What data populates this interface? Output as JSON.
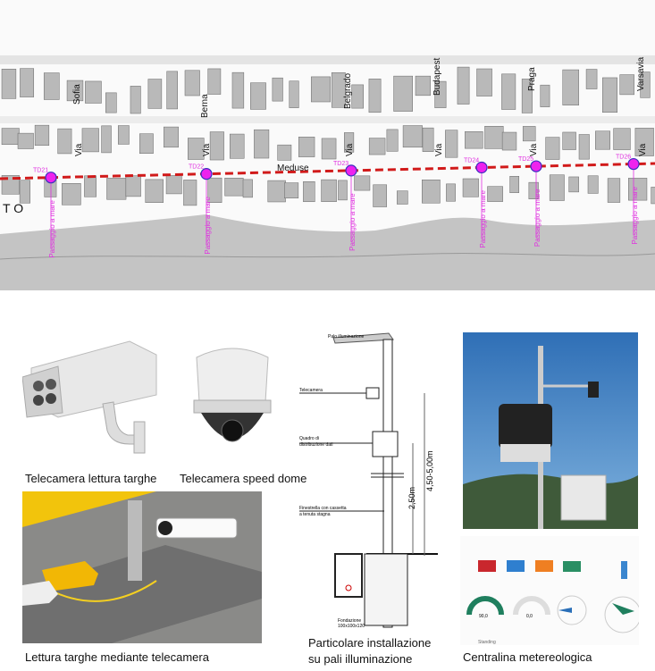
{
  "map": {
    "streets": [
      {
        "name": "Sofia",
        "prefix": "Via"
      },
      {
        "name": "Berna",
        "prefix": "Via"
      },
      {
        "name": "Belgrado",
        "prefix": "Via"
      },
      {
        "name": "Budapest",
        "prefix": "Via"
      },
      {
        "name": "Praga",
        "prefix": "Via"
      },
      {
        "name": "Varsavia",
        "prefix": "Via"
      }
    ],
    "road_label": "Meduse",
    "area_label": "T O",
    "points": [
      {
        "id": "TD21",
        "label": "Passaggio a mare"
      },
      {
        "id": "TD22",
        "label": "Passaggio a mare"
      },
      {
        "id": "TD23",
        "label": "Passaggio a mare"
      },
      {
        "id": "TD24",
        "label": "Passaggio a mare"
      },
      {
        "id": "TD25",
        "label": "Passaggio a mare"
      },
      {
        "id": "TD26",
        "label": "Passaggio a mare"
      }
    ],
    "colors": {
      "route": "#d11a1a",
      "point": "#ee22ee",
      "point_stroke": "#3a2fbf",
      "label": "#e030e0"
    }
  },
  "captions": {
    "camera_plate": "Telecamera lettura targhe",
    "camera_dome": "Telecamera speed dome",
    "plate_reading": "Lettura targhe mediante telecamera",
    "install_line1": "Particolare installazione",
    "install_line2": "su pali illuminazione",
    "weather": "Centralina metereologica"
  },
  "diagram": {
    "pole": "Palo illuminazione",
    "camera": "Telecamera",
    "box_line1": "Quadro di",
    "box_line2": "distribuzione dati",
    "window_line1": "Finestrella con cassetta",
    "window_line2": "a tenuta stagna",
    "foundation_line1": "Fondazione",
    "foundation_line2": "100x100x120",
    "dim_short": "2,50m",
    "dim_long": "4,50-5,00m"
  },
  "dashboard": {
    "gauge1": "90,0",
    "gauge2": "0,0",
    "status": "Standing"
  }
}
